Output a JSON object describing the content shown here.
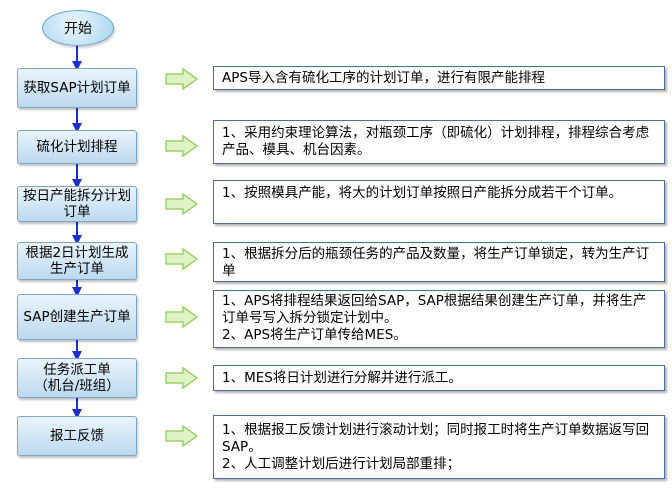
{
  "start": {
    "label": "开始"
  },
  "steps": [
    {
      "label": "获取SAP计划订单",
      "description": "APS导入含有硫化工序的计划订单，进行有限产能排程"
    },
    {
      "label": "硫化计划排程",
      "description": "1、采用约束理论算法，对瓶颈工序（即硫化）计划排程，排程综合考虑产品、模具、机台因素。"
    },
    {
      "label": "按日产能拆分计划订单",
      "description": "1、按照模具产能，将大的计划订单按照日产能拆分成若干个订单。"
    },
    {
      "label": "根据2日计划生成生产订单",
      "description": "1、根据拆分后的瓶颈任务的产品及数量，将生产订单锁定，转为生产订单"
    },
    {
      "label": "SAP创建生产订单",
      "description": "1、APS将排程结果返回给SAP，SAP根据结果创建生产订单，并将生产订单号写入拆分锁定计划中。\n2、APS将生产订单传给MES。"
    },
    {
      "label": "任务派工单\n（机台/班组）",
      "description": "1、MES将日计划进行分解并进行派工。"
    },
    {
      "label": "报工反馈",
      "description": "1、根据报工反馈计划进行滚动计划；同时报工时将生产订单数据返写回SAP。\n2、人工调整计划后进行计划局部重排；"
    }
  ],
  "colors": {
    "step_fill_top": "#e9f4fb",
    "step_fill_bottom": "#bcd9ef",
    "connector_arrow": "#1f2fd0",
    "block_arrow_fill": "#dff2c6",
    "block_arrow_stroke": "#9fd06a",
    "description_border": "#4a6fa0"
  }
}
